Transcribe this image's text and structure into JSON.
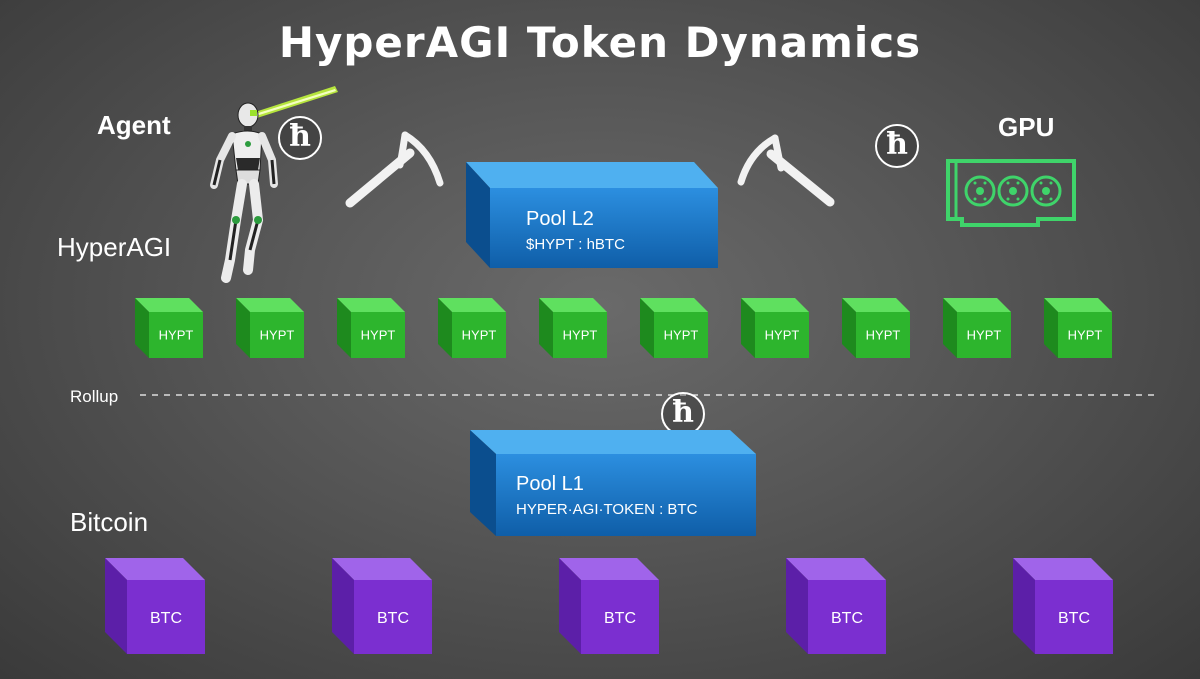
{
  "title": "HyperAGI Token Dynamics",
  "labels": {
    "agent": "Agent",
    "gpu": "GPU",
    "hyperagi": "HyperAGI",
    "rollup": "Rollup",
    "bitcoin": "Bitcoin"
  },
  "token_symbol": "ħ",
  "pool_l2": {
    "name": "Pool L2",
    "pair": "$HYPT : hBTC"
  },
  "pool_l1": {
    "name": "Pool L1",
    "pair": "HYPER·AGI·TOKEN : BTC"
  },
  "hypt_blocks": [
    "HYPT",
    "HYPT",
    "HYPT",
    "HYPT",
    "HYPT",
    "HYPT",
    "HYPT",
    "HYPT",
    "HYPT",
    "HYPT"
  ],
  "btc_blocks": [
    "BTC",
    "BTC",
    "BTC",
    "BTC",
    "BTC"
  ],
  "colors": {
    "hypt_green": "#2db52d",
    "btc_purple": "#7b2fd0",
    "pool_blue": "#1a7fcf",
    "gpu_green": "#3fd46a"
  },
  "icons": [
    "robot-agent-icon",
    "pickaxe-icon",
    "gpu-card-icon",
    "h-token-icon"
  ]
}
